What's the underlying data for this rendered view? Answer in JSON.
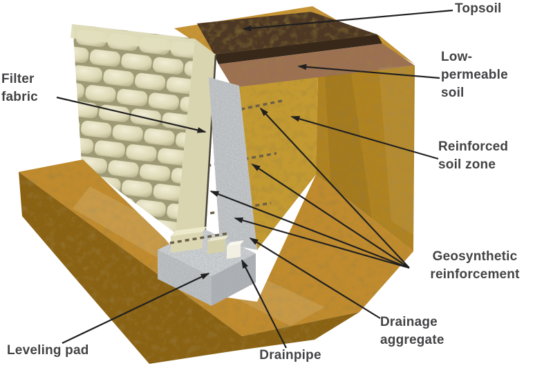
{
  "labels": {
    "topsoil": {
      "lines": [
        "Topsoil"
      ]
    },
    "low_permeable_soil": {
      "lines": [
        "Low-",
        "permeable",
        "soil"
      ]
    },
    "reinforced_soil_zone": {
      "lines": [
        "Reinforced",
        "soil zone"
      ]
    },
    "geosynthetic_reinforcement": {
      "lines": [
        "Geosynthetic",
        "reinforcement"
      ]
    },
    "drainage_aggregate": {
      "lines": [
        "Drainage",
        "aggregate"
      ]
    },
    "drainpipe": {
      "lines": [
        "Drainpipe"
      ]
    },
    "leveling_pad": {
      "lines": [
        "Leveling pad"
      ]
    },
    "filter_fabric": {
      "lines": [
        "Filter",
        "fabric"
      ]
    }
  },
  "colors": {
    "background": "#FFFFFF",
    "embankment_rim": "#C79434",
    "topsoil_top": "#4E3926",
    "topsoil_front": "#37281A",
    "low_permeable": "#9C7152",
    "cut_face": "#C39A33",
    "right_face": "#B08324",
    "berm_top": "#C08B2D",
    "berm_front": "#8A6218",
    "gravel": "#C6C9CB",
    "wall_block": "#E4E0BF",
    "wall_band": "#D9D5B0",
    "drainpipe_white": "#F2F0E2",
    "geogrid_dash": "#6B5F45",
    "leader_line": "#202020",
    "label_text": "#434345"
  }
}
